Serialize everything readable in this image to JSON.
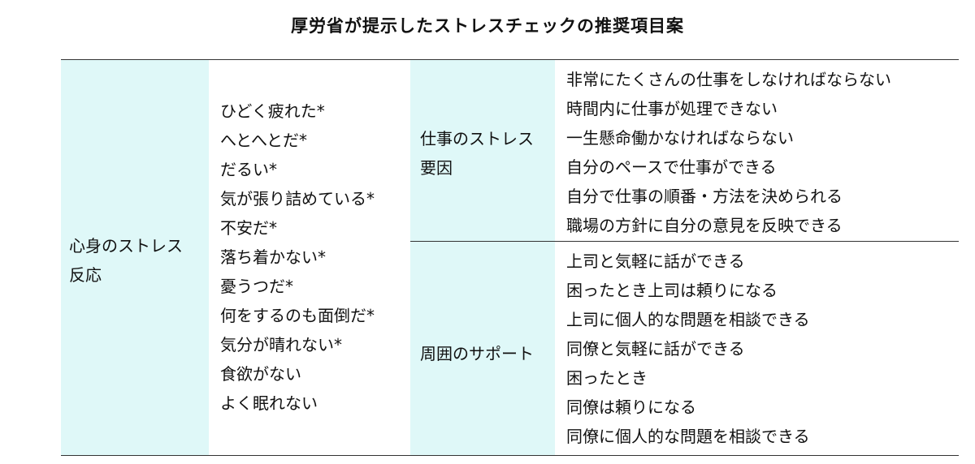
{
  "title": "厚労省が提示したストレスチェックの推奨項目案",
  "sections": {
    "reaction": {
      "header_lines": [
        "心身のストレス",
        "反応"
      ],
      "items": [
        "ひどく疲れた*",
        "へとへとだ*",
        "だるい*",
        "気が張り詰めている*",
        "不安だ*",
        "落ち着かない*",
        "憂うつだ*",
        "何をするのも面倒だ*",
        "気分が晴れない*",
        "食欲がない",
        "よく眠れない"
      ]
    },
    "work_stress": {
      "header_lines": [
        "仕事のストレス",
        "要因"
      ],
      "items": [
        "非常にたくさんの仕事をしなければならない",
        "時間内に仕事が処理できない",
        "一生懸命働かなければならない",
        "自分のペースで仕事ができる",
        "自分で仕事の順番・方法を決められる",
        "職場の方針に自分の意見を反映できる"
      ]
    },
    "support": {
      "header_lines": [
        "周囲のサポート"
      ],
      "items": [
        "上司と気軽に話ができる",
        "困ったとき上司は頼りになる",
        "上司に個人的な問題を相談できる",
        "同僚と気軽に話ができる",
        "困ったとき",
        "同僚は頼りになる",
        "同僚に個人的な問題を相談できる"
      ]
    }
  },
  "colors": {
    "header_shade": "#dff8f8",
    "rule": "#333333",
    "text": "#111111"
  }
}
